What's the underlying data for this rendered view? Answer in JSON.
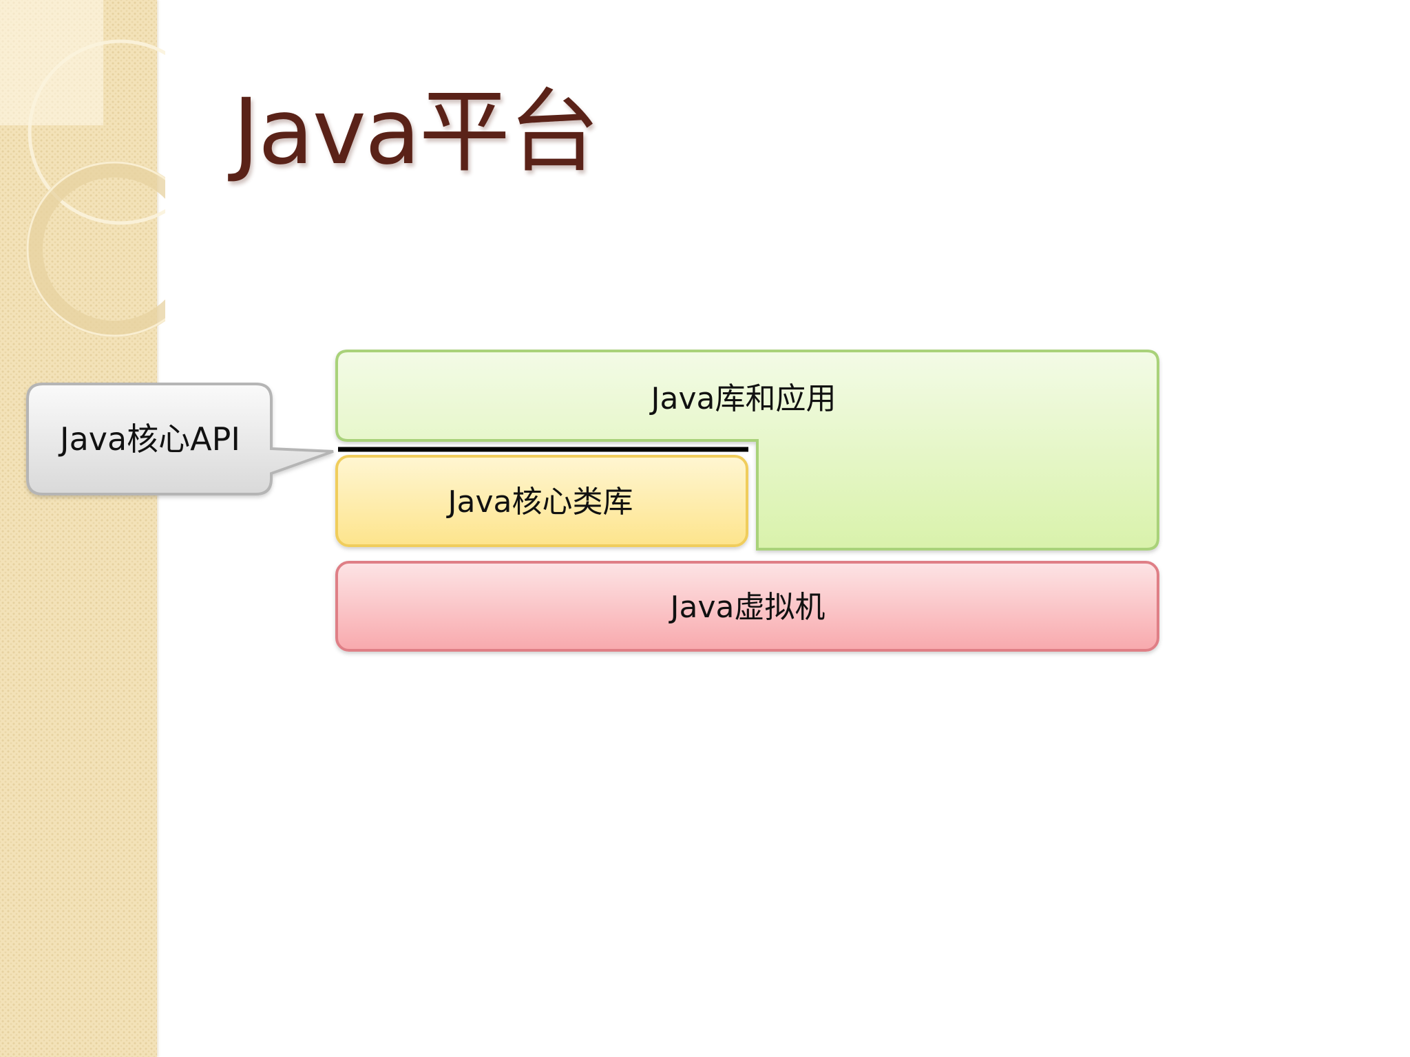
{
  "slide": {
    "title": "Java平台"
  },
  "diagram": {
    "libraries_apps_label": "Java库和应用",
    "core_library_label": "Java核心类库",
    "jvm_label": "Java虚拟机",
    "callout_label": "Java核心API"
  },
  "colors": {
    "title": "#5a2218",
    "libraries_apps_fill": "#e6f5c8",
    "libraries_apps_stroke": "#a9d27a",
    "core_library_fill": "#fde99a",
    "core_library_stroke": "#f0cd5c",
    "jvm_fill": "#fbc6c8",
    "jvm_stroke": "#df7f86",
    "callout_fill": "#e7e7e7",
    "callout_stroke": "#b5b5b5",
    "divider": "#000000"
  }
}
